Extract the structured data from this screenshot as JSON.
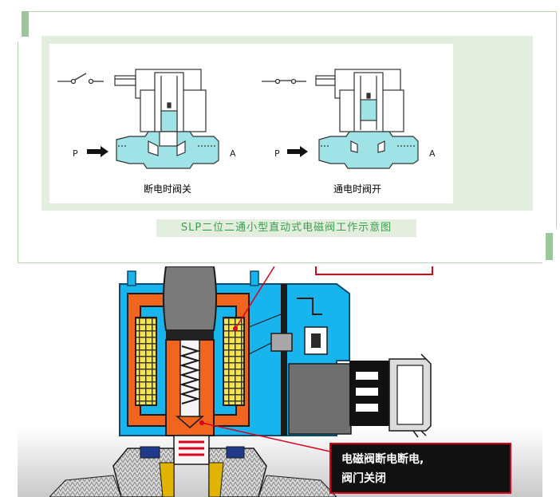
{
  "top_figure": {
    "port_in": "P",
    "port_out": "A",
    "state_closed_label": "断电时阀关",
    "state_open_label": "通电时阀开",
    "caption": "SLP二位二通小型直动式电磁阀工作示意图"
  },
  "bottom_figure": {
    "callout_line1": "电磁阀断电断电,",
    "callout_line2": "阀门关闭"
  },
  "colors": {
    "accent_green": "#9cc79a",
    "panel_green": "#e4eedf",
    "caption_green": "#3aa04c",
    "fluid_cyan": "#9fe3e6",
    "body_blue": "#17b4ee",
    "coil_orange": "#f2651f",
    "coil_yellow": "#f7e64a",
    "callout_red": "#d8001c"
  }
}
